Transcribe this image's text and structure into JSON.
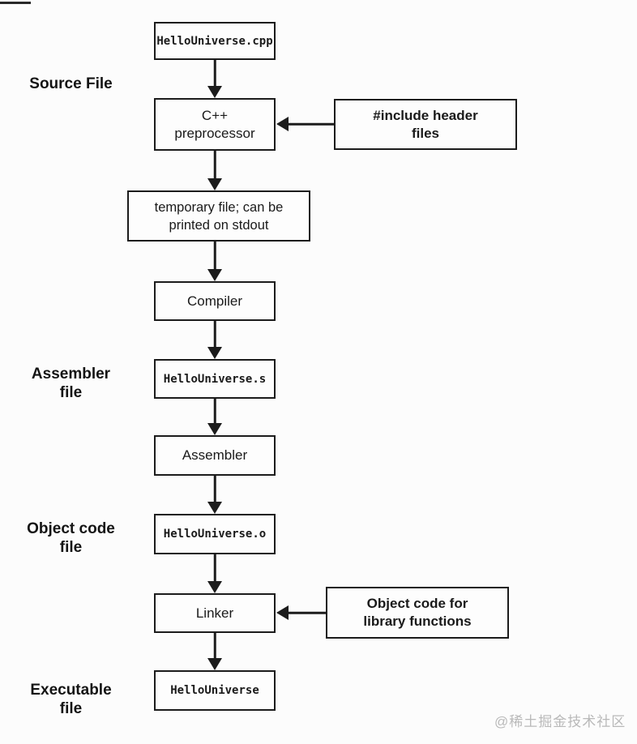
{
  "diagram": {
    "title": "C++ compilation process flowchart",
    "colors": {
      "background": "#fcfcfc",
      "line": "#1c1c1c",
      "text": "#1a1a1a",
      "watermark": "#b9b9b9"
    },
    "nodes": {
      "source_file_box": "HelloUniverse.cpp",
      "preprocessor_box": "C++\npreprocessor",
      "temp_file_box": "temporary file; can be\nprinted on stdout",
      "compiler_box": "Compiler",
      "assembly_file_box": "HelloUniverse.s",
      "assembler_box": "Assembler",
      "object_file_box": "HelloUniverse.o",
      "linker_box": "Linker",
      "executable_box": "HelloUniverse"
    },
    "annotations": {
      "include_header_box": "#include header\nfiles",
      "object_lib_box": "Object code for\nlibrary functions"
    },
    "side_labels": {
      "source_file": "Source File",
      "assembler_file": "Assembler\nfile",
      "object_code_file": "Object code\nfile",
      "executable_file": "Executable\nfile"
    },
    "watermark": "@稀土掘金技术社区"
  }
}
